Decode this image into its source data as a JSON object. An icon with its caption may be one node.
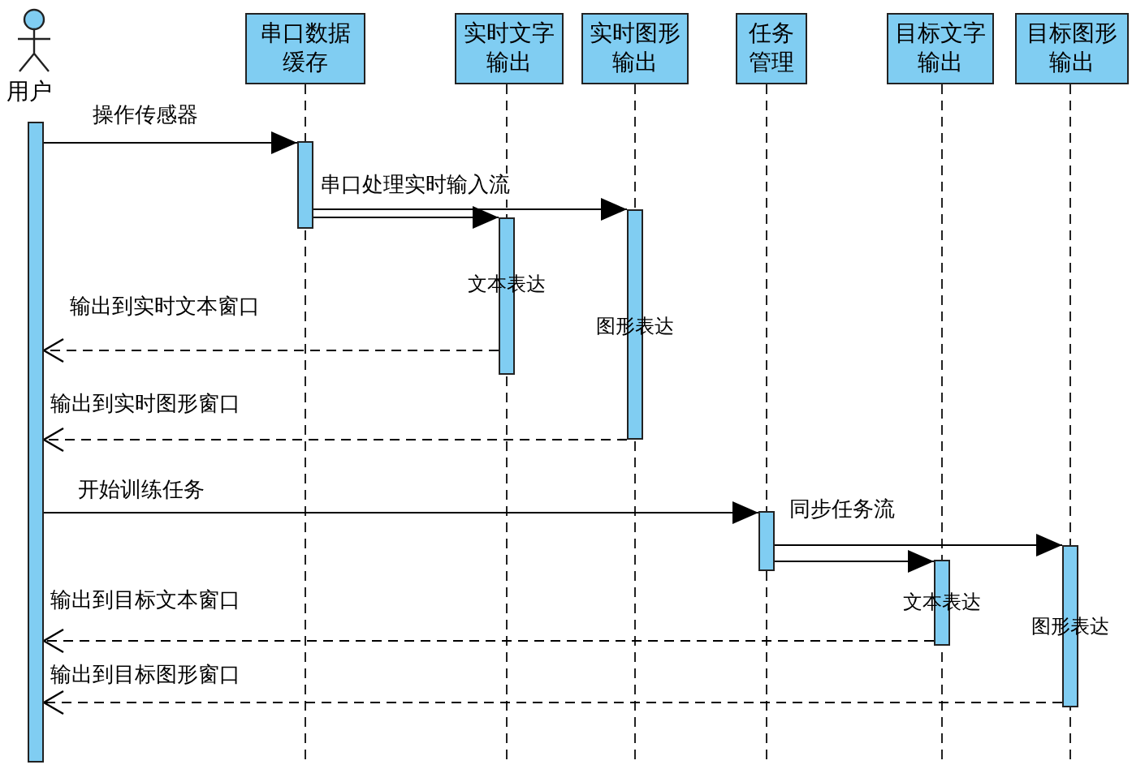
{
  "diagram": {
    "nodes": [
      {
        "text": [
          "用户"
        ]
      },
      {
        "text": [
          "串口数据缓存"
        ]
      },
      {
        "text": [
          "实时文字输出"
        ]
      },
      {
        "text": [
          "实时图形输出"
        ]
      },
      {
        "text": [
          "任务管理"
        ]
      },
      {
        "text": [
          "目标文字输出"
        ]
      },
      {
        "text": [
          "目标图形输出"
        ]
      },
      {
        "text": [],
        "shape": "bar"
      },
      {
        "text": [],
        "shape": "bar"
      },
      {
        "text": [
          "文本表达"
        ]
      },
      {
        "text": [
          "图形表达"
        ]
      },
      {
        "text": [],
        "shape": "bar"
      },
      {
        "text": [
          "文本表达"
        ]
      },
      {
        "text": [
          "图形表达"
        ]
      }
    ],
    "edges": [
      {
        "from": 7,
        "to": 8,
        "arrow": "to",
        "label": "操作传感器"
      },
      {
        "from": 8,
        "to": 10,
        "arrow": "to",
        "label": "串口处理实时输入流"
      },
      {
        "from": 8,
        "to": 9,
        "arrow": "to"
      },
      {
        "from": 9,
        "to": 7,
        "arrow": "to",
        "label": "输出到实时文本窗口",
        "style": "dashed"
      },
      {
        "from": 10,
        "to": 7,
        "arrow": "to",
        "label": "输出到实时图形窗口",
        "style": "dashed"
      },
      {
        "from": 7,
        "to": 11,
        "arrow": "to",
        "label": "开始训练任务"
      },
      {
        "from": 11,
        "to": 13,
        "arrow": "to",
        "label": "同步任务流"
      },
      {
        "from": 11,
        "to": 12,
        "arrow": "to"
      },
      {
        "from": 12,
        "to": 7,
        "arrow": "to",
        "label": "输出到目标文本窗口",
        "style": "dashed"
      },
      {
        "from": 13,
        "to": 7,
        "arrow": "to",
        "label": "输出到目标图形窗口",
        "style": "dashed"
      }
    ]
  }
}
